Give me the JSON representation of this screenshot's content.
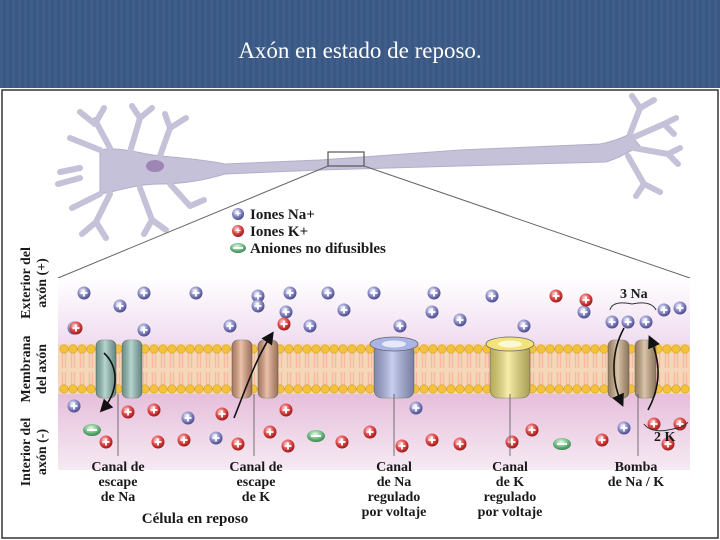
{
  "slide": {
    "title": "Axón en estado de reposo."
  },
  "diagram": {
    "legend": {
      "na_ions": "Iones Na+",
      "k_ions": "Iones K+",
      "anions": "Aniones no difusibles"
    },
    "side_labels": {
      "exterior_line1": "Exterior del",
      "exterior_line2": "axón (+)",
      "membrane_line1": "Membrana",
      "membrane_line2": "del axón",
      "interior_line1": "Interior del",
      "interior_line2": "axón (-)"
    },
    "pump_in": "3 Na",
    "pump_out": "2 K",
    "channels": [
      {
        "line1": "Canal de",
        "line2": "escape",
        "line3": "de Na",
        "line4": ""
      },
      {
        "line1": "Canal de",
        "line2": "escape",
        "line3": "de K",
        "line4": ""
      },
      {
        "line1": "Canal",
        "line2": "de Na",
        "line3": "regulado",
        "line4": "por voltaje"
      },
      {
        "line1": "Canal",
        "line2": "de K",
        "line3": "regulado",
        "line4": "por voltaje"
      },
      {
        "line1": "Bomba",
        "line2": "de Na / K",
        "line3": "",
        "line4": ""
      }
    ],
    "caption": "Célula en reposo",
    "colors": {
      "na_ion": "#6e6fae",
      "k_ion": "#d3323a",
      "anion": "#5aa06a",
      "exterior_bg": "#f3e6f3",
      "interior_bg": "#e9c9e0",
      "lipid_head": "#f4c23a",
      "lipid_tail": "#f7b9a0",
      "neuron": "#c5c1d8",
      "na_leak": "#8fbfb4",
      "k_leak": "#dfa07e",
      "na_gated": "#aab4e6",
      "k_gated": "#f3e37a",
      "pump": "#c7a780"
    }
  }
}
